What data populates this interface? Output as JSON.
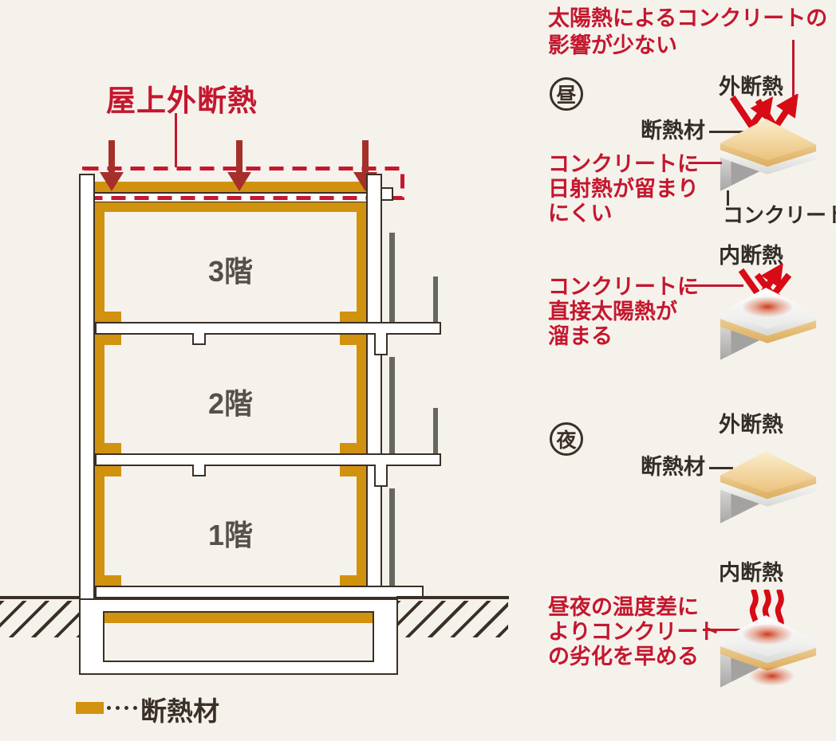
{
  "colors": {
    "background": "#f5f2ec",
    "outline_dark": "#3a3027",
    "insulation_orange": "#d1920f",
    "accent_red": "#c4172e",
    "roof_arrow_red": "#a5302a",
    "diagram_arrow_red": "#d60b16",
    "rail_gray": "#68675f"
  },
  "building": {
    "roof_label": "屋上外断熱",
    "floors": [
      {
        "label": "3階"
      },
      {
        "label": "2階"
      },
      {
        "label": "1階"
      }
    ],
    "legend": {
      "label": "断熱材"
    }
  },
  "day": {
    "badge": "昼",
    "heading_lines": [
      "太陽熱によるコンクリートの",
      "影響が少ない"
    ],
    "exterior": {
      "title": "外断熱",
      "insulation_label": "断熱材",
      "concrete_label": "コンクリート",
      "note_lines": [
        "コンクリートに",
        "日射熱が留まり",
        "にくい"
      ]
    },
    "interior": {
      "title": "内断熱",
      "note_lines": [
        "コンクリートに",
        "直接太陽熱が",
        "溜まる"
      ]
    }
  },
  "night": {
    "badge": "夜",
    "exterior": {
      "title": "外断熱",
      "insulation_label": "断熱材"
    },
    "interior": {
      "title": "内断熱",
      "note_lines": [
        "昼夜の温度差に",
        "よりコンクリート",
        "の劣化を早める"
      ]
    }
  }
}
